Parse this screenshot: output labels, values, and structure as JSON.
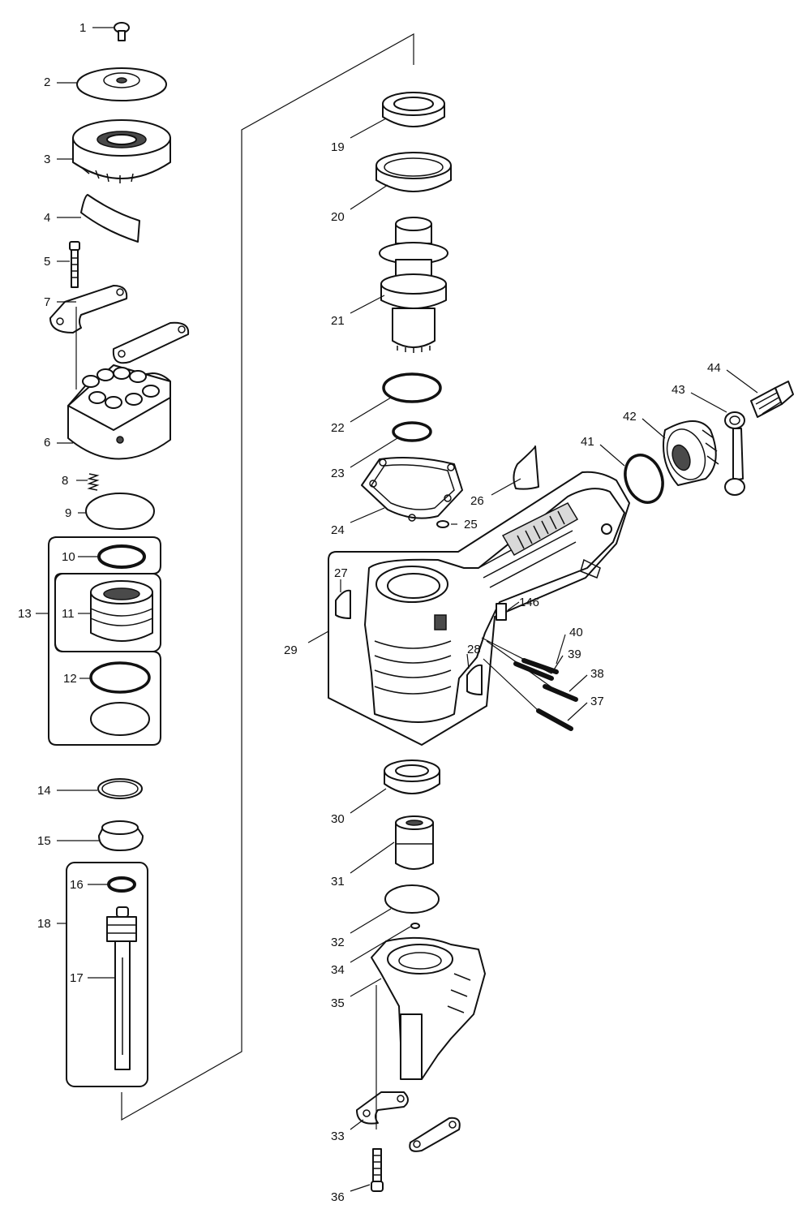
{
  "diagram": {
    "labels": {
      "p1": "1",
      "p2": "2",
      "p3": "3",
      "p4": "4",
      "p5": "5",
      "p6": "6",
      "p7": "7",
      "p8": "8",
      "p9": "9",
      "p10": "10",
      "p11": "11",
      "p12": "12",
      "p13": "13",
      "p14": "14",
      "p15": "15",
      "p16": "16",
      "p17": "17",
      "p18": "18",
      "p19": "19",
      "p20": "20",
      "p21": "21",
      "p22": "22",
      "p23": "23",
      "p24": "24",
      "p25": "25",
      "p26": "26",
      "p27": "27",
      "p28": "28",
      "p29": "29",
      "p30": "30",
      "p31": "31",
      "p32": "32",
      "p33": "33",
      "p34": "34",
      "p35": "35",
      "p36": "36",
      "p37": "37",
      "p38": "38",
      "p39": "39",
      "p40": "40",
      "p41": "41",
      "p42": "42",
      "p43": "43",
      "p44": "44",
      "p146": "146"
    }
  }
}
